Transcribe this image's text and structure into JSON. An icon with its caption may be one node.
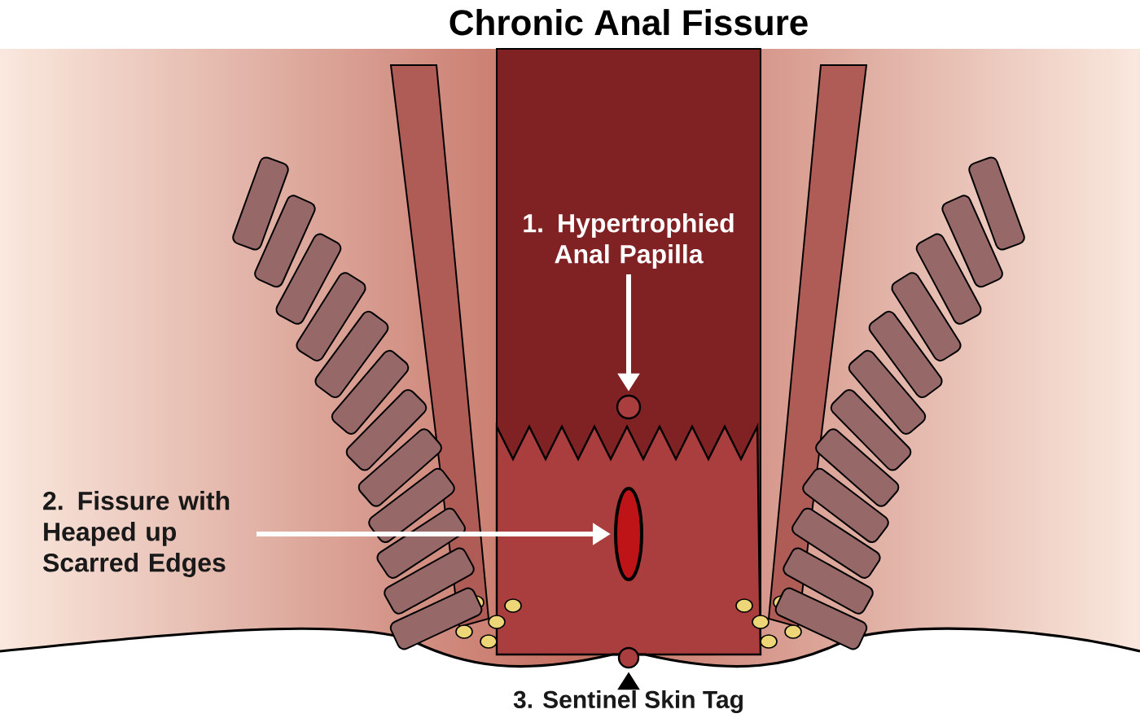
{
  "diagram": {
    "title": "Chronic Anal Fissure",
    "nodes": [
      {
        "text": [
          "1. Hypertrophied Anal Papilla"
        ]
      },
      {
        "text": [],
        "shape": "circle"
      },
      {
        "text": [
          "2. Fissure with Heaped up Scarred Edges"
        ]
      },
      {
        "text": [],
        "shape": "ellipse"
      },
      {
        "text": [
          "3. Sentinel Skin Tag"
        ]
      },
      {
        "text": [],
        "shape": "bump"
      }
    ],
    "edges": [
      {
        "from": 0,
        "to": 1,
        "arrow": "to"
      },
      {
        "from": 2,
        "to": 3,
        "arrow": "to"
      },
      {
        "from": 4,
        "to": 5,
        "arrow": "to",
        "color": "#000000"
      }
    ]
  }
}
